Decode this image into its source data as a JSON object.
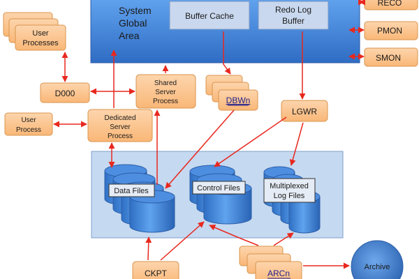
{
  "sga": {
    "label_lines": [
      "System",
      "Global",
      "Area"
    ]
  },
  "sga_parts": {
    "buffer_cache": "Buffer Cache",
    "redo_log_buffer_lines": [
      "Redo Log",
      "Buffer"
    ]
  },
  "processes": {
    "reco": "RECO",
    "pmon": "PMON",
    "smon": "SMON",
    "user_processes_lines": [
      "User",
      "Processes"
    ],
    "d000": "D000",
    "shared_server_lines": [
      "Shared",
      "Server",
      "Process"
    ],
    "dbwn": "DBWn",
    "lgwr": "LGWR",
    "user_process_lines": [
      "User",
      "Process"
    ],
    "dedicated_server_lines": [
      "Dedicated",
      "Server",
      "Process"
    ],
    "ckpt": "CKPT",
    "arcn": "ARCn",
    "archive": "Archive"
  },
  "storage": {
    "data_files": "Data Files",
    "control_files": "Control Files",
    "log_files_lines": [
      "Multiplexed",
      "Log Files"
    ]
  },
  "colors": {
    "sga_fill": "#3f7fd6",
    "process_fill": "#fcc38f",
    "process_stroke": "#d9954e",
    "storage_fill": "#c5d9f1",
    "cylinder_fill": "#3c82d8",
    "arrow": "#e8281e",
    "link_text": "#1f1f8f"
  }
}
